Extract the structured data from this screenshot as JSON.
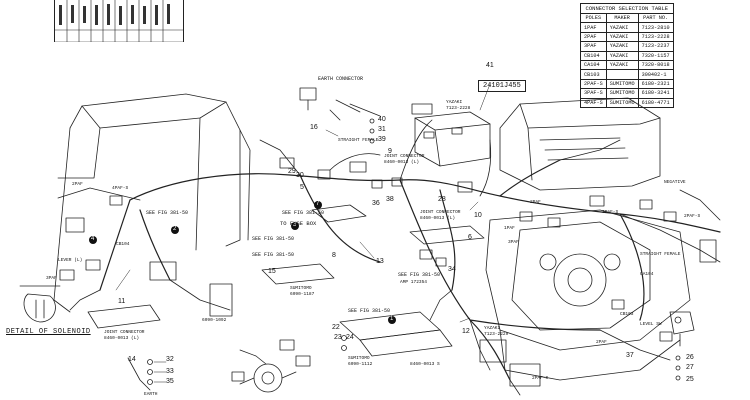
{
  "part_number": "24101J455",
  "detail_title": "DETAIL OF SOLENOID",
  "connector_table": {
    "title": "CONNECTOR SELECTION TABLE",
    "headers": [
      "POLES",
      "MAKER",
      "PART NO."
    ],
    "rows": [
      [
        "1PAF",
        "YAZAKI",
        "7123-2810"
      ],
      [
        "2PAF",
        "YAZAKI",
        "7123-2228"
      ],
      [
        "3PAF",
        "YAZAKI",
        "7123-2237"
      ],
      [
        "CB104",
        "YAZAKI",
        "7320-1157"
      ],
      [
        "CA104",
        "YAZAKI",
        "7320-8018"
      ],
      [
        "CB103",
        "",
        "300402-1"
      ],
      [
        "2PAF-S",
        "SUMITOMO",
        "6180-2321"
      ],
      [
        "3PAF-S",
        "SUMITOMO",
        "6180-3241"
      ],
      [
        "4PAF-S",
        "SUMITOMO",
        "6180-4771"
      ]
    ]
  },
  "fig_refs": {
    "f1": "SEE FIG 381-50",
    "f2": "SEE FIG 381-50",
    "f3": "SEE FIG 381-50",
    "f4": "SEE FIG 381-50",
    "f5": "SEE FIG 381-50",
    "f6": "SEE FIG 381-50",
    "fuse": "TO FUSE BOX"
  },
  "callouts": {
    "c1": "1",
    "c2": "2",
    "c3": "3",
    "c4": "4",
    "c5": "5",
    "c6": "6",
    "c7": "7",
    "c8": "8",
    "c9": "9",
    "c10": "10",
    "c11": "11",
    "c12": "12",
    "c13": "13",
    "c14": "14",
    "c15": "15",
    "c16": "16",
    "c22": "22",
    "c23": "23",
    "c24": "24",
    "c25": "25",
    "c26": "26",
    "c27": "27",
    "c28": "28",
    "c29": "29",
    "c30": "30",
    "c31": "31",
    "c32": "32",
    "c33": "33",
    "c34": "34",
    "c35": "35",
    "c36": "36",
    "c37": "37",
    "c38": "38",
    "c39": "39",
    "c40": "40",
    "c41": "41"
  },
  "labels": {
    "earth_connector": "EARTH CONNECTOR",
    "yazaki_1": "YAZAKI",
    "yazaki_1p": "7123-2228",
    "straight_female": "STRAIGHT FEMALE",
    "straight_female_2": "STRAIGHT FEMALE",
    "joint_conn_1": "JOINT CONNECTOR",
    "joint_conn_1p": "8460-0013 (L)",
    "joint_conn_2": "JOINT CONNECTOR",
    "joint_conn_2p": "8460-0013 (L)",
    "joint_conn_3": "JOINT CONNECTOR",
    "joint_conn_3p": "8460-0013 (L)",
    "sumitomo_1": "SUMITOMO",
    "sumitomo_1p": "6090-1187",
    "sumitomo_2": "SUMITOMO",
    "sumitomo_2p": "6090-1112",
    "amp": "AMP 172354",
    "eight_pin": "8460-0013 S",
    "yazaki_2": "YAZAKI",
    "yazaki_2p": "7123-2229",
    "negative": "NEGATIVE",
    "earth": "EARTH",
    "p2paf_1": "2PAF",
    "p2paf_2": "2PAF",
    "p2paf_3": "2PAF",
    "p3paf_1": "3PAF",
    "p3paf_2": "3PAF",
    "p2pafs_1": "2PAF-S",
    "p2pafs_2": "2PAF-S",
    "p3pafs_1": "3PAF-S",
    "p4pafs_1": "4PAF-S",
    "cb104": "CB104",
    "ca104": "CA104",
    "cb103": "CB103",
    "p1paf": "1PAF",
    "lever_l": "LEVER (L)",
    "level_sw": "LEVEL SW",
    "sumitomo_3p": "6090-1092"
  }
}
